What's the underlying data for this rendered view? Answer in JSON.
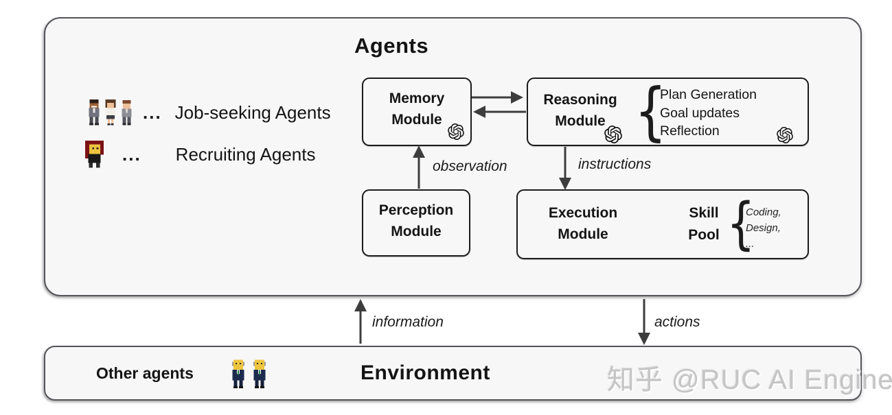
{
  "agents_panel": {
    "title": "Agents",
    "legend": [
      {
        "icon": "job-seeker-trio-pixel-icon",
        "ellipsis": "...",
        "label": "Job-seeking Agents"
      },
      {
        "icon": "recruiter-pixel-icon",
        "ellipsis": "...",
        "label": "Recruiting Agents"
      }
    ],
    "modules": {
      "memory": {
        "title": "Memory Module",
        "icon": "openai-logo-icon"
      },
      "reasoning": {
        "title": "Reasoning Module",
        "icon": "openai-logo-icon",
        "brace": "{",
        "functions": [
          "Plan Generation",
          "Goal updates",
          "Reflection"
        ],
        "corner_icon": "openai-logo-icon"
      },
      "perception": {
        "title": "Perception Module"
      },
      "execution": {
        "title": "Execution Module",
        "skill_pool_label": "Skill Pool",
        "brace": "{",
        "skills": [
          "Coding,",
          "Design,",
          "..."
        ]
      }
    },
    "flow_labels": {
      "observation": "observation",
      "instructions": "instructions"
    }
  },
  "environment_panel": {
    "title": "Environment",
    "other_agents_label": "Other agents",
    "other_agents_icon": "elder-agents-pixel-icon"
  },
  "flow_labels": {
    "information": "information",
    "actions": "actions"
  },
  "watermark": "知乎 @RUC AI Engine",
  "colors": {
    "panel_fill": "#f7f7f7",
    "panel_border": "#54555a",
    "module_border": "#1c1c1c",
    "arrow": "#3d3d3d",
    "text": "#141414",
    "watermark": "#c5c5c5"
  }
}
